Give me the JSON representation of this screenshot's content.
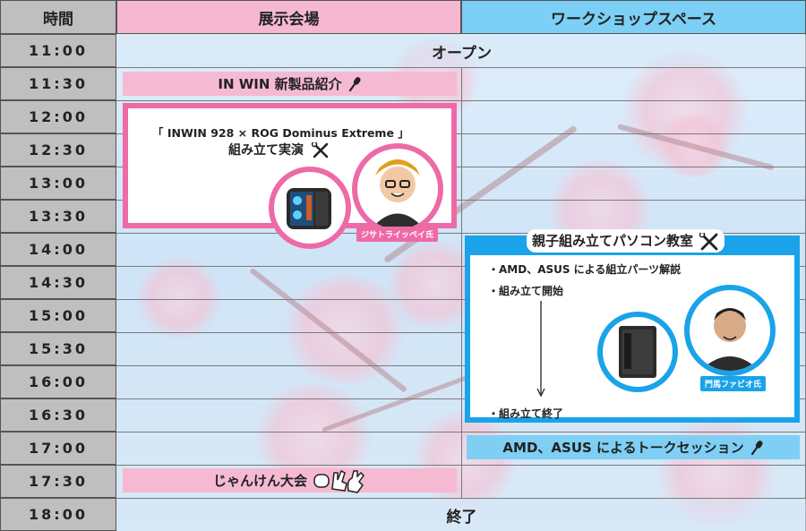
{
  "header": {
    "time_label": "時間",
    "venue_label": "展示会場",
    "workshop_label": "ワークショップスペース"
  },
  "times": [
    "11:00",
    "11:30",
    "12:00",
    "12:30",
    "13:00",
    "13:30",
    "14:00",
    "14:30",
    "15:00",
    "15:30",
    "16:00",
    "16:30",
    "17:00",
    "17:30",
    "18:00"
  ],
  "events": {
    "open": "オープン",
    "inwin_intro": "IN WIN 新製品紹介",
    "build_demo_line1": "「 INWIN 928 × ROG Dominus Extreme 」",
    "build_demo_line2": "組み立て実演",
    "build_demo_presenter": "ジサトライッペイ氏",
    "class_title": "親子組み立てパソコン教室",
    "class_item1": "・AMD、ASUS による組立パーツ解説",
    "class_item2": "・組み立て開始",
    "class_item3": "・組み立て終了",
    "class_presenter": "門馬ファビオ氏",
    "talk_session": "AMD、ASUS によるトークセッション",
    "janken": "じゃんけん大会",
    "close": "終了"
  },
  "colors": {
    "venue_header": "#f5b8d0",
    "workshop_header": "#7ccff5",
    "pink_accent": "#ee6aa7",
    "blue_accent": "#1aa3e8",
    "time_cell": "#bfbfbf"
  },
  "icons": [
    "microphone-icon",
    "tools-icon",
    "rock-paper-scissors-icon",
    "arrow-down-icon"
  ]
}
